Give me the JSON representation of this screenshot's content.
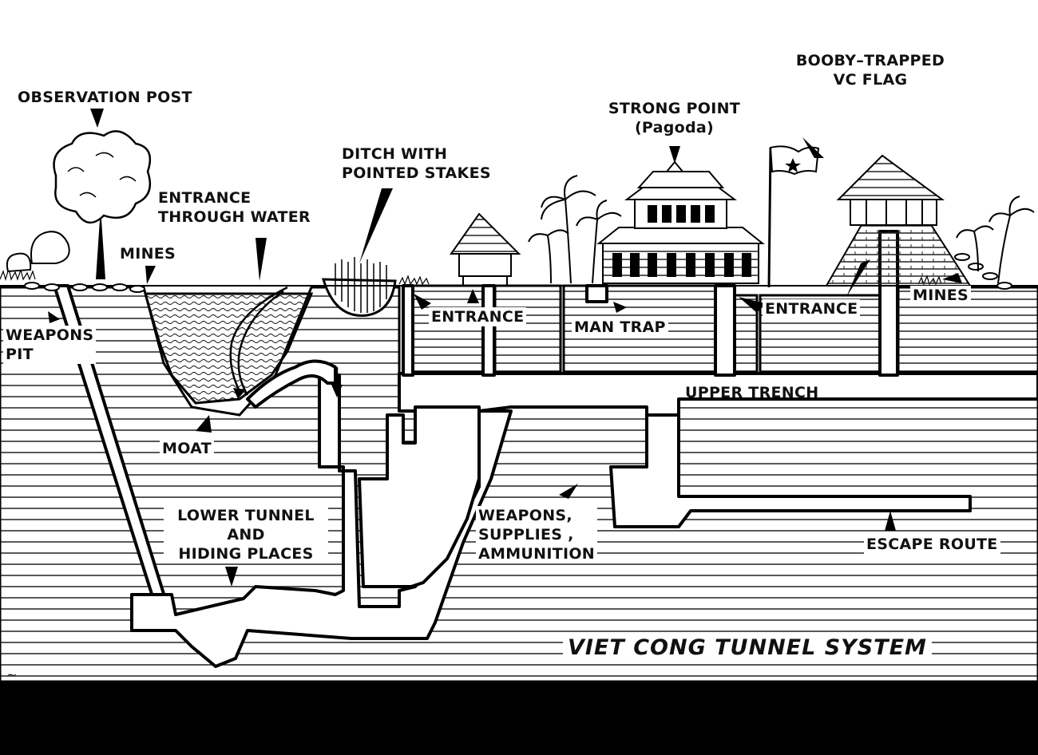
{
  "title": "VIET CONG TUNNEL SYSTEM",
  "labels": {
    "observation_post": "OBSERVATION POST",
    "entrance_water_1": "ENTRANCE",
    "entrance_water_2": "THROUGH WATER",
    "mines_left": "MINES",
    "ditch_1": "DITCH WITH",
    "ditch_2": "POINTED STAKES",
    "strong_point_1": "STRONG POINT",
    "strong_point_2": "(Pagoda)",
    "flag_1": "BOOBY–TRAPPED",
    "flag_2": "VC FLAG",
    "weapons_pit_1": "WEAPONS",
    "weapons_pit_2": "PIT",
    "entrance_1": "ENTRANCE",
    "man_trap": "MAN TRAP",
    "entrance_2": "ENTRANCE",
    "mines_right": "MINES",
    "upper_trench": "UPPER TRENCH",
    "moat": "MOAT",
    "lower_tunnel_1": "LOWER TUNNEL",
    "lower_tunnel_2": "AND",
    "lower_tunnel_3": "HIDING PLACES",
    "weapons_supplies_1": "WEAPONS,",
    "weapons_supplies_2": "SUPPLIES ,",
    "weapons_supplies_3": "AMMUNITION",
    "escape_route": "ESCAPE ROUTE"
  },
  "icons": [
    "tree-icon",
    "pagoda-icon",
    "vc-flag-icon",
    "hut-icon",
    "palm-tree-icon",
    "watchtower-icon"
  ]
}
